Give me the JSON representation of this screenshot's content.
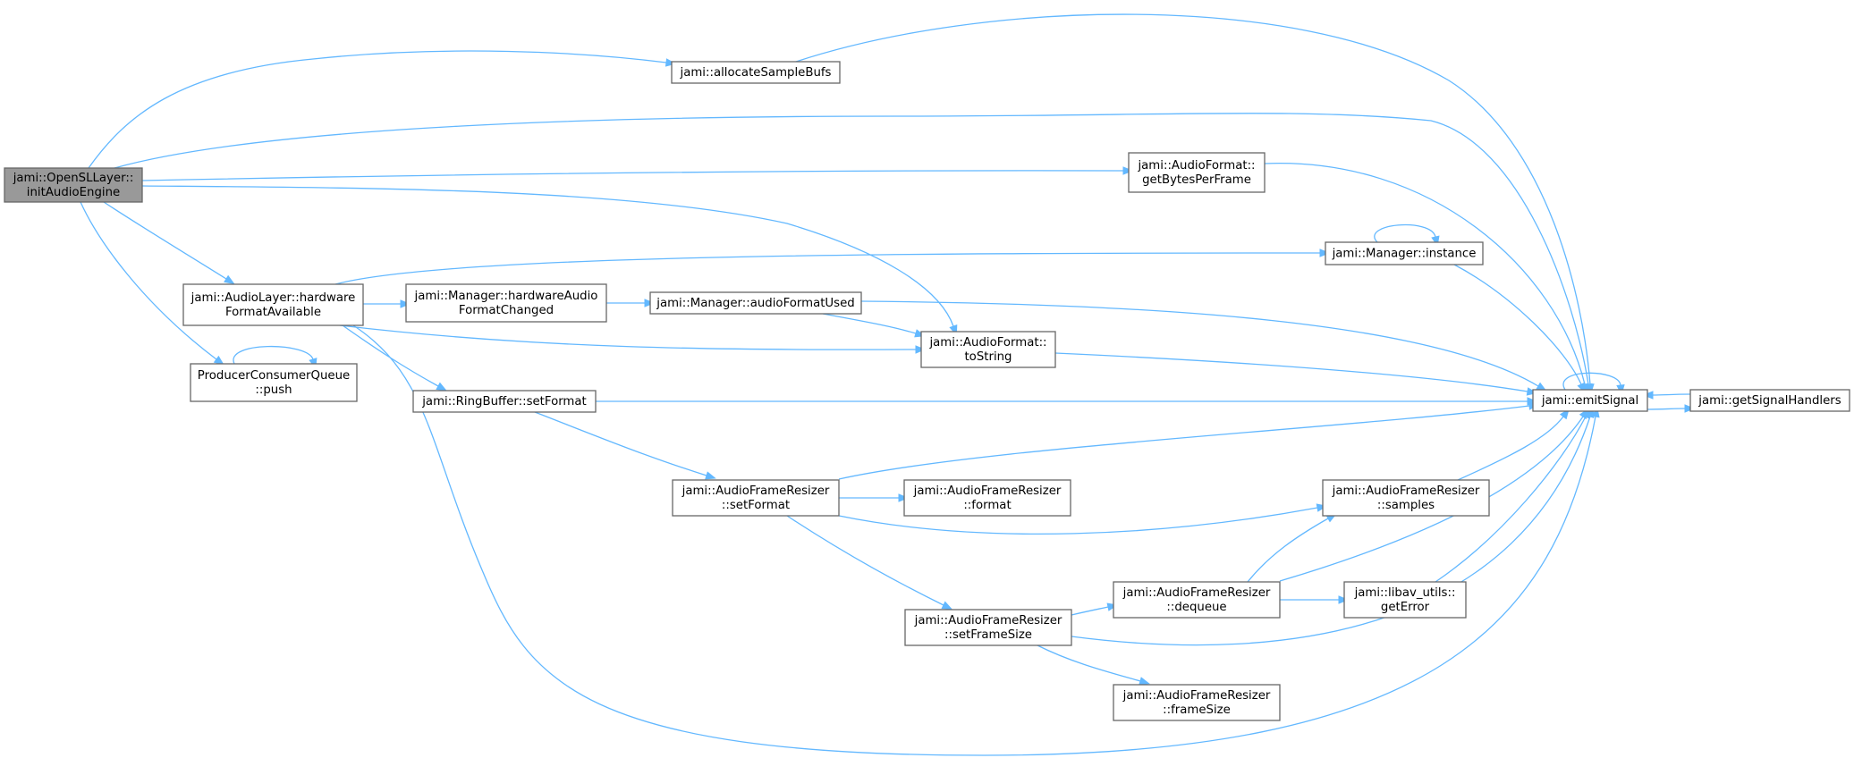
{
  "colors": {
    "edge": "#63b8ff",
    "node_border": "#666666",
    "root_fill": "#999999",
    "node_fill": "#ffffff"
  },
  "nodes": [
    {
      "id": "initAudioEngine",
      "lines": [
        "jami::OpenSLLayer::",
        "initAudioEngine"
      ],
      "root": true
    },
    {
      "id": "allocateSampleBufs",
      "lines": [
        "jami::allocateSampleBufs"
      ]
    },
    {
      "id": "getBytesPerFrame",
      "lines": [
        "jami::AudioFormat::",
        "getBytesPerFrame"
      ]
    },
    {
      "id": "instance",
      "lines": [
        "jami::Manager::instance"
      ]
    },
    {
      "id": "hardwareFormatAvailable",
      "lines": [
        "jami::AudioLayer::hardware",
        "FormatAvailable"
      ]
    },
    {
      "id": "hardwareAudioFormatChanged",
      "lines": [
        "jami::Manager::hardwareAudio",
        "FormatChanged"
      ]
    },
    {
      "id": "audioFormatUsed",
      "lines": [
        "jami::Manager::audioFormatUsed"
      ]
    },
    {
      "id": "toString",
      "lines": [
        "jami::AudioFormat::",
        "toString"
      ]
    },
    {
      "id": "push",
      "lines": [
        "ProducerConsumerQueue",
        "::push"
      ]
    },
    {
      "id": "rbSetFormat",
      "lines": [
        "jami::RingBuffer::setFormat"
      ]
    },
    {
      "id": "emitSignal",
      "lines": [
        "jami::emitSignal"
      ]
    },
    {
      "id": "getSignalHandlers",
      "lines": [
        "jami::getSignalHandlers"
      ]
    },
    {
      "id": "afrSetFormat",
      "lines": [
        "jami::AudioFrameResizer",
        "::setFormat"
      ]
    },
    {
      "id": "afrFormat",
      "lines": [
        "jami::AudioFrameResizer",
        "::format"
      ]
    },
    {
      "id": "afrSamples",
      "lines": [
        "jami::AudioFrameResizer",
        "::samples"
      ]
    },
    {
      "id": "afrDequeue",
      "lines": [
        "jami::AudioFrameResizer",
        "::dequeue"
      ]
    },
    {
      "id": "getError",
      "lines": [
        "jami::libav_utils::",
        "getError"
      ]
    },
    {
      "id": "afrSetFrameSize",
      "lines": [
        "jami::AudioFrameResizer",
        "::setFrameSize"
      ]
    },
    {
      "id": "afrFrameSize",
      "lines": [
        "jami::AudioFrameResizer",
        "::frameSize"
      ]
    }
  ],
  "edges": [
    [
      "initAudioEngine",
      "allocateSampleBufs"
    ],
    [
      "initAudioEngine",
      "emitSignal"
    ],
    [
      "initAudioEngine",
      "getBytesPerFrame"
    ],
    [
      "initAudioEngine",
      "toString"
    ],
    [
      "initAudioEngine",
      "hardwareFormatAvailable"
    ],
    [
      "initAudioEngine",
      "push"
    ],
    [
      "allocateSampleBufs",
      "emitSignal"
    ],
    [
      "getBytesPerFrame",
      "emitSignal"
    ],
    [
      "instance",
      "instance"
    ],
    [
      "instance",
      "emitSignal"
    ],
    [
      "hardwareFormatAvailable",
      "instance"
    ],
    [
      "hardwareFormatAvailable",
      "hardwareAudioFormatChanged"
    ],
    [
      "hardwareFormatAvailable",
      "toString"
    ],
    [
      "hardwareFormatAvailable",
      "rbSetFormat"
    ],
    [
      "hardwareFormatAvailable",
      "emitSignal"
    ],
    [
      "hardwareAudioFormatChanged",
      "audioFormatUsed"
    ],
    [
      "audioFormatUsed",
      "toString"
    ],
    [
      "audioFormatUsed",
      "emitSignal"
    ],
    [
      "toString",
      "emitSignal"
    ],
    [
      "push",
      "push"
    ],
    [
      "rbSetFormat",
      "emitSignal"
    ],
    [
      "rbSetFormat",
      "afrSetFormat"
    ],
    [
      "emitSignal",
      "emitSignal"
    ],
    [
      "emitSignal",
      "getSignalHandlers"
    ],
    [
      "getSignalHandlers",
      "emitSignal"
    ],
    [
      "afrSetFormat",
      "emitSignal"
    ],
    [
      "afrSetFormat",
      "afrFormat"
    ],
    [
      "afrSetFormat",
      "afrSamples"
    ],
    [
      "afrSetFormat",
      "afrSetFrameSize"
    ],
    [
      "afrSamples",
      "emitSignal"
    ],
    [
      "afrDequeue",
      "afrSamples"
    ],
    [
      "afrDequeue",
      "emitSignal"
    ],
    [
      "afrDequeue",
      "getError"
    ],
    [
      "getError",
      "emitSignal"
    ],
    [
      "afrSetFrameSize",
      "afrDequeue"
    ],
    [
      "afrSetFrameSize",
      "emitSignal"
    ],
    [
      "afrSetFrameSize",
      "afrFrameSize"
    ]
  ]
}
